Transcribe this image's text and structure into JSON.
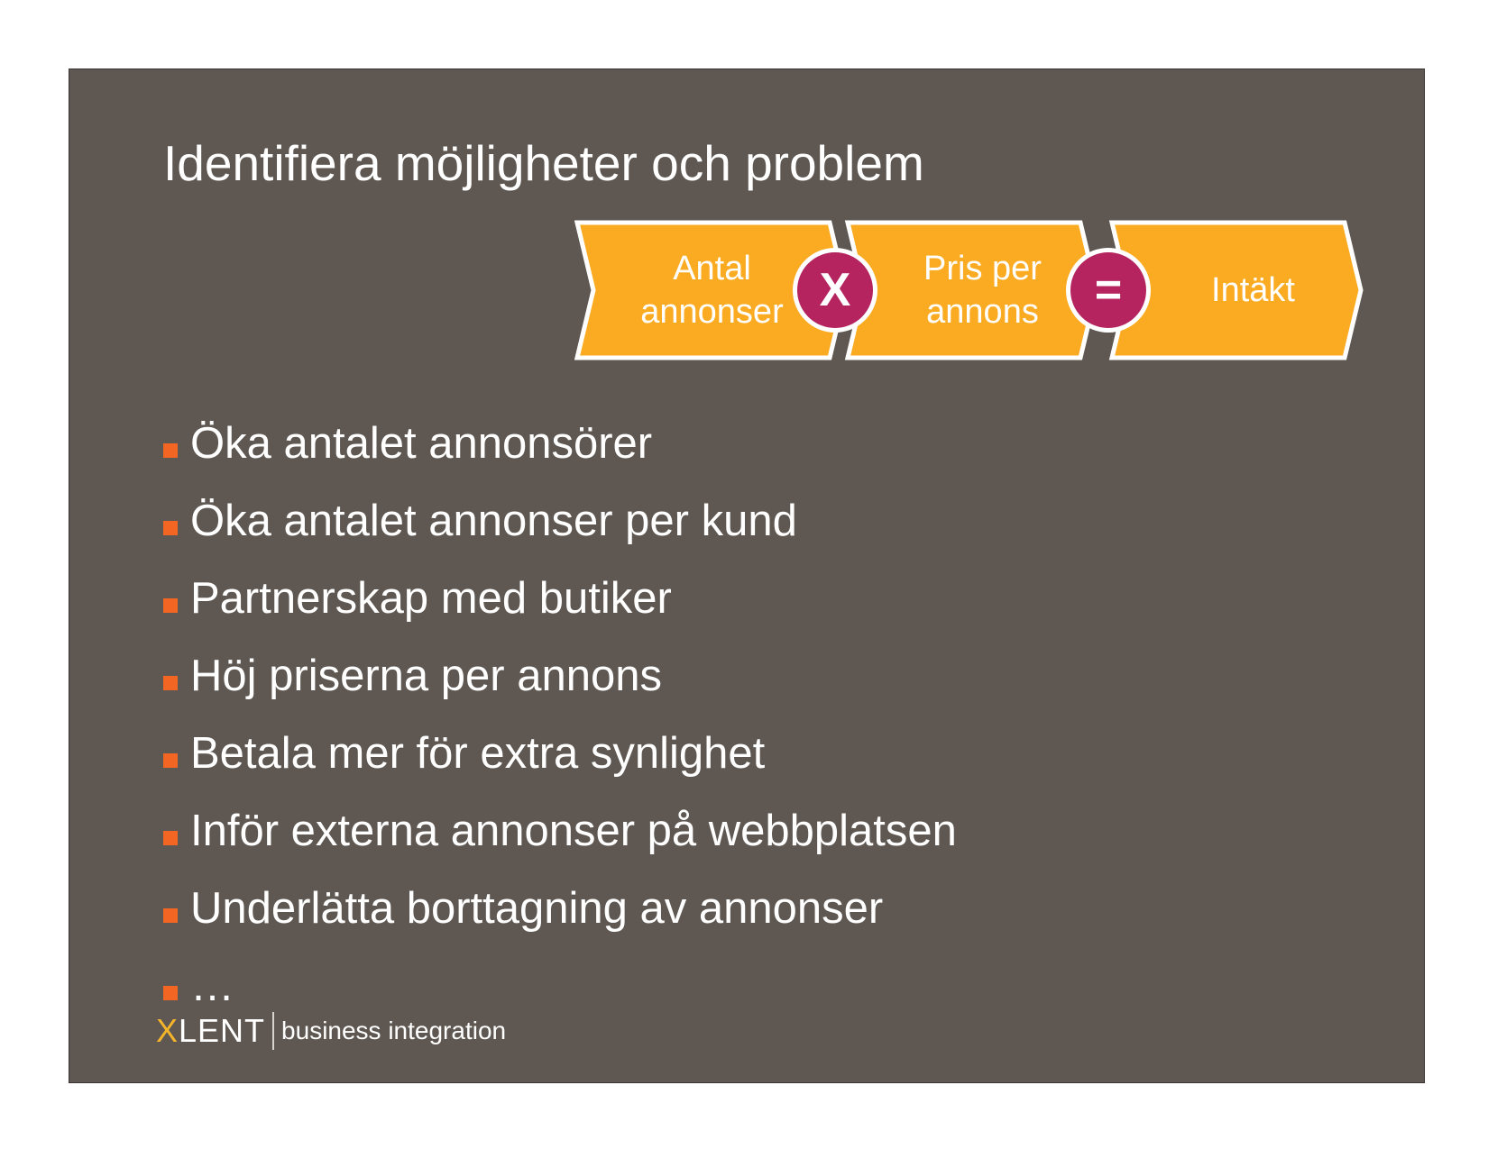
{
  "slide": {
    "title": "Identifiera möjligheter och problem",
    "formula": {
      "terms": [
        {
          "lines": [
            "Antal",
            "annonser"
          ]
        },
        {
          "lines": [
            "Pris per",
            "annons"
          ]
        },
        {
          "lines": [
            "Intäkt"
          ]
        }
      ],
      "operators": [
        "X",
        "="
      ]
    },
    "bullets": [
      "Öka antalet annonsörer",
      "Öka antalet annonser per kund",
      "Partnerskap med butiker",
      "Höj priserna per annons",
      "Betala mer för extra synlighet",
      "Inför externa annonser på webbplatsen",
      "Underlätta borttagning av annonser",
      "…"
    ],
    "logo": {
      "mark_initial": "X",
      "mark_rest": "LENT",
      "tagline": "business integration"
    }
  },
  "colors": {
    "slide_background": "#5f5852",
    "chevron_fill": "#fbab22",
    "operator_fill": "#b5245f",
    "bullet_marker": "#f26522",
    "logo_accent": "#f5b52a"
  }
}
